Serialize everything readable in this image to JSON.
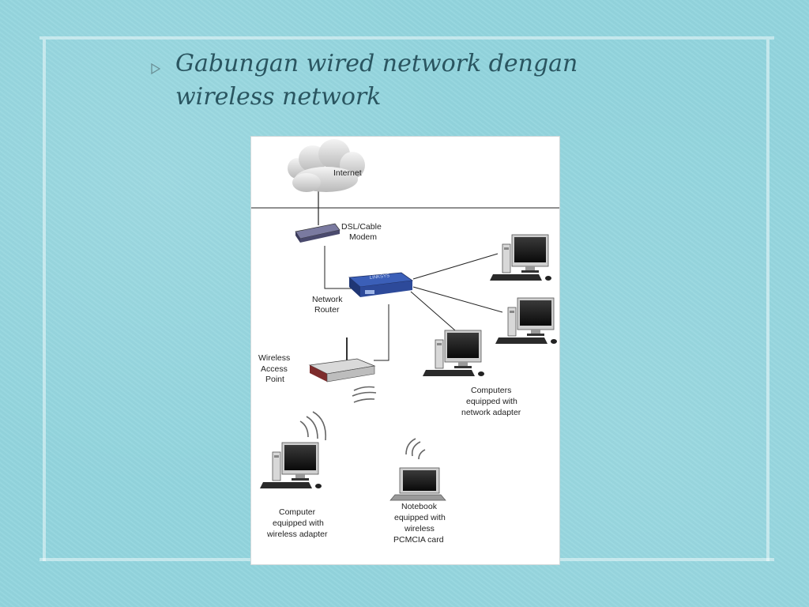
{
  "slide": {
    "title_line1": "Gabungan wired network dengan",
    "title_line2": "wireless network"
  },
  "diagram": {
    "internet_label": "Internet",
    "modem_label": [
      "DSL/Cable",
      "Modem"
    ],
    "router_label": [
      "Network",
      "Router"
    ],
    "access_point_label": [
      "Wireless",
      "Access",
      "Point"
    ],
    "wired_computers_label": [
      "Computers",
      "equipped with",
      "network adapter"
    ],
    "wireless_computer_label": [
      "Computer",
      "equipped with",
      "wireless adapter"
    ],
    "notebook_label": [
      "Notebook",
      "equipped with",
      "wireless",
      "PCMCIA card"
    ]
  },
  "colors": {
    "background": "#93d5de",
    "title_text": "#2a5560",
    "router_blue": "#2d4a9a",
    "modem_purple": "#4a4a7a"
  }
}
